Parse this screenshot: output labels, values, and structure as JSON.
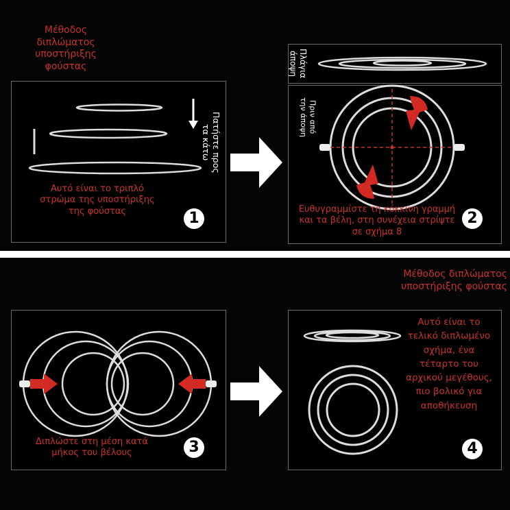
{
  "top_title": "Μέθοδος διπλώματος υποστήριξης φούστας",
  "mid_title": "Μέθοδος διπλώματος υποστήριξης φούστας",
  "step1": {
    "number": "1",
    "side_label": "Πατήστε προς τα κάτω",
    "caption": "Αυτό είναι το τριπλό στρώμα της υποστήριξης της φούστας"
  },
  "step2": {
    "number": "2",
    "side_view_label": "Πλάγια άποψη",
    "front_view_label": "Πριν από την άποψη",
    "caption": "Ευθυγραμμίστε τη κόκκινη γραμμή και τα βέλη, στη συνέχεια στρίψτε σε σχήμα 8"
  },
  "step3": {
    "number": "3",
    "caption": "Διπλώστε στη μέση κατά μήκος του βέλους"
  },
  "step4": {
    "number": "4",
    "caption": "Αυτό είναι το τελικό διπλωμένο σχήμα, ένα τέταρτο του αρχικού μεγέθους, πιο βολικό για αποθήκευση"
  },
  "colors": {
    "accent": "#c8322c",
    "arrow": "#ffffff",
    "ring": "#d8d8d8",
    "background": "#050505"
  }
}
